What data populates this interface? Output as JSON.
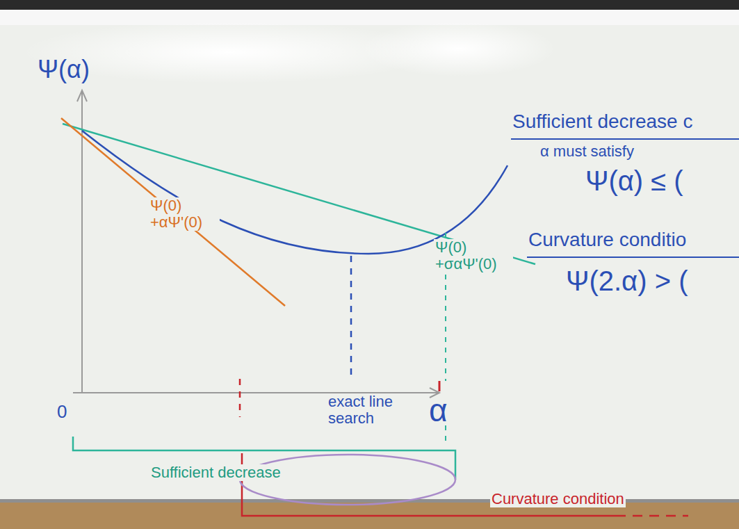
{
  "diagram": {
    "labels": [
      "Ψ(α)",
      "Sufficient decrease c",
      "α must satisfy",
      "Ψ(α) ≤ (",
      "Ψ(0) +αΨ'(0)",
      "Ψ(0) +σαΨ'(0)",
      "Curvature conditio",
      "Ψ(2.α) > (",
      "0",
      "exact line search",
      "α",
      "Sufficient decrease",
      "Curvature condition"
    ]
  }
}
